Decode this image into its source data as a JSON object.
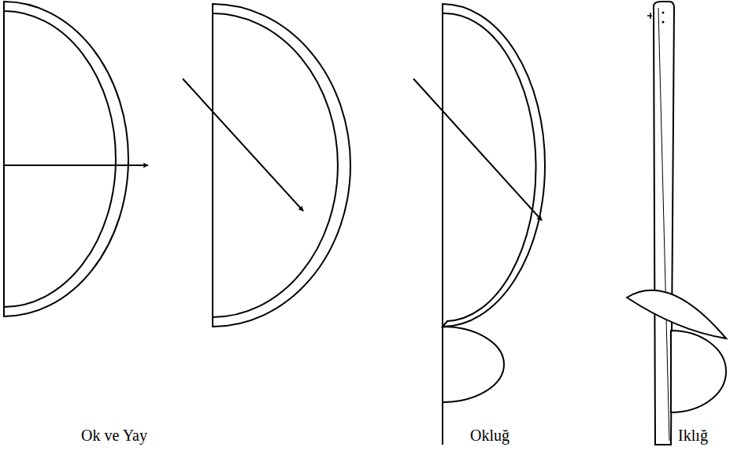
{
  "diagram": {
    "labels": [
      "Ok ve Yay",
      "Okluğ",
      "Iklığ"
    ]
  }
}
